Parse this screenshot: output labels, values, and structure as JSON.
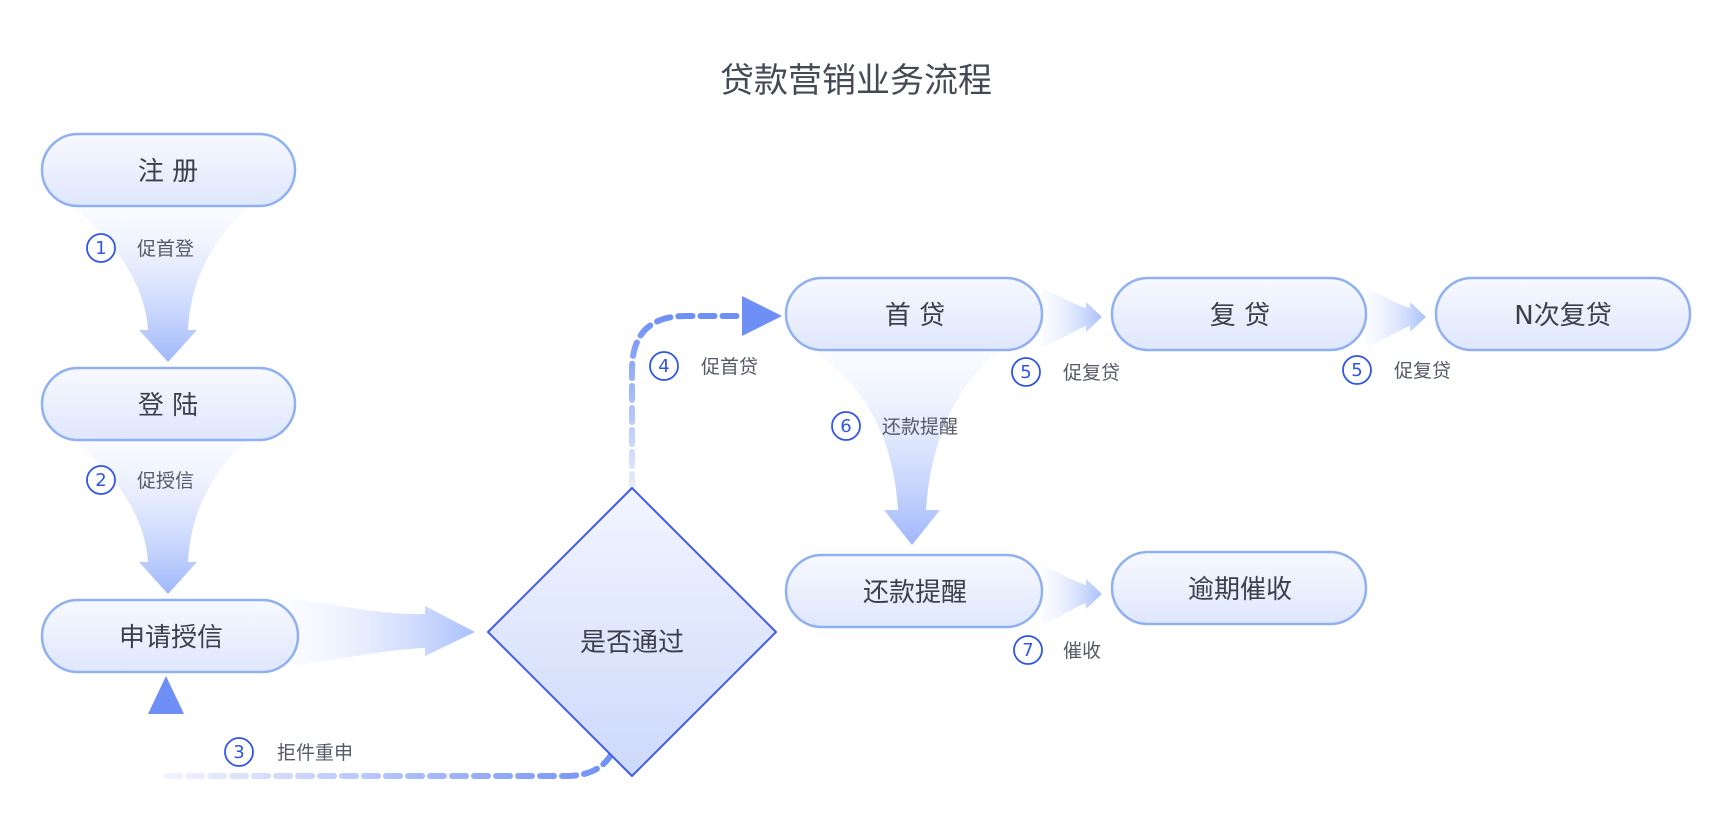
{
  "title": "贷款营销业务流程",
  "nodes": {
    "register": "注 册",
    "login": "登 陆",
    "apply": "申请授信",
    "decision": "是否通过",
    "first_loan": "首 贷",
    "repeat_loan": "复 贷",
    "n_repeat": "N次复贷",
    "repay_remind": "还款提醒",
    "overdue": "逾期催收"
  },
  "steps": [
    {
      "num": "1",
      "label": "促首登"
    },
    {
      "num": "2",
      "label": "促授信"
    },
    {
      "num": "3",
      "label": "拒件重申"
    },
    {
      "num": "4",
      "label": "促首贷"
    },
    {
      "num": "5",
      "label": "促复贷"
    },
    {
      "num": "5",
      "label": "促复贷"
    },
    {
      "num": "6",
      "label": "还款提醒"
    },
    {
      "num": "7",
      "label": "催收"
    }
  ],
  "colors": {
    "node_border": "#8fb0f3",
    "node_fill_top": "#f6f8ff",
    "node_fill_bottom": "#dfe7fd",
    "arrow": "#a9c0fb",
    "dashed": "#6e8ff5",
    "badge": "#2f55e6",
    "diamond_border": "#3d5bea"
  }
}
